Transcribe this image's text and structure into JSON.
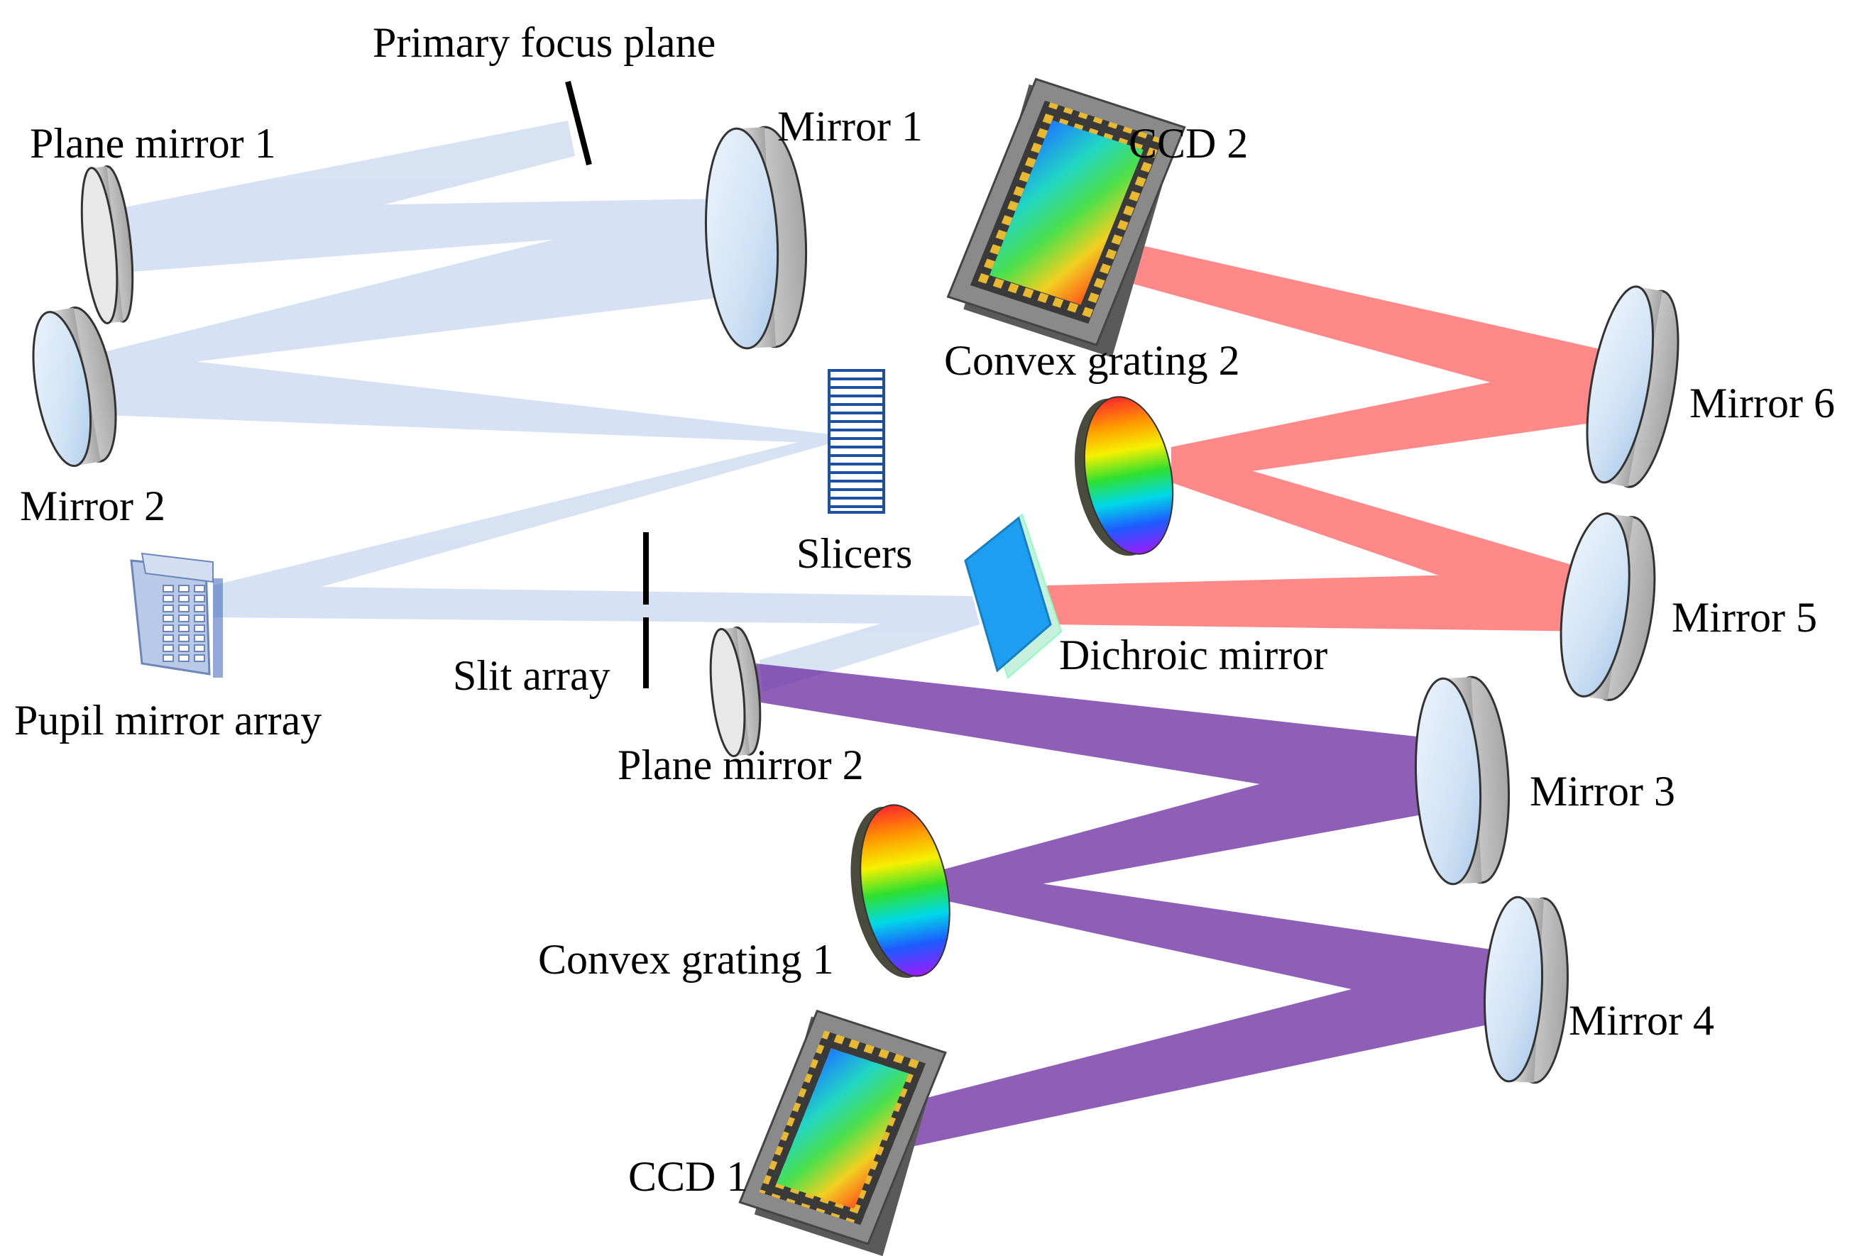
{
  "labels": {
    "primary_focus_plane": "Primary focus plane",
    "plane_mirror_1": "Plane mirror 1",
    "mirror_1": "Mirror 1",
    "ccd_2": "CCD 2",
    "convex_grating_2": "Convex grating 2",
    "mirror_6": "Mirror 6",
    "mirror_2": "Mirror 2",
    "slicers": "Slicers",
    "mirror_5": "Mirror 5",
    "dichroic_mirror": "Dichroic mirror",
    "slit_array": "Slit array",
    "pupil_mirror_array": "Pupil mirror array",
    "plane_mirror_2": "Plane mirror 2",
    "mirror_3": "Mirror 3",
    "convex_grating_1": "Convex grating 1",
    "mirror_4": "Mirror 4",
    "ccd_1": "CCD 1"
  },
  "colors": {
    "input_beam": "#c9d8ef",
    "red_beam": "#ff3b3b",
    "violet_beam": "#6a2aa0",
    "mirror_face": "#cfe2f5",
    "mirror_rim": "#c8c8c8",
    "dichroic": "#1e9ef0",
    "ccd_frame": "#7d7d7d",
    "ccd_pins": "#e8b830"
  }
}
